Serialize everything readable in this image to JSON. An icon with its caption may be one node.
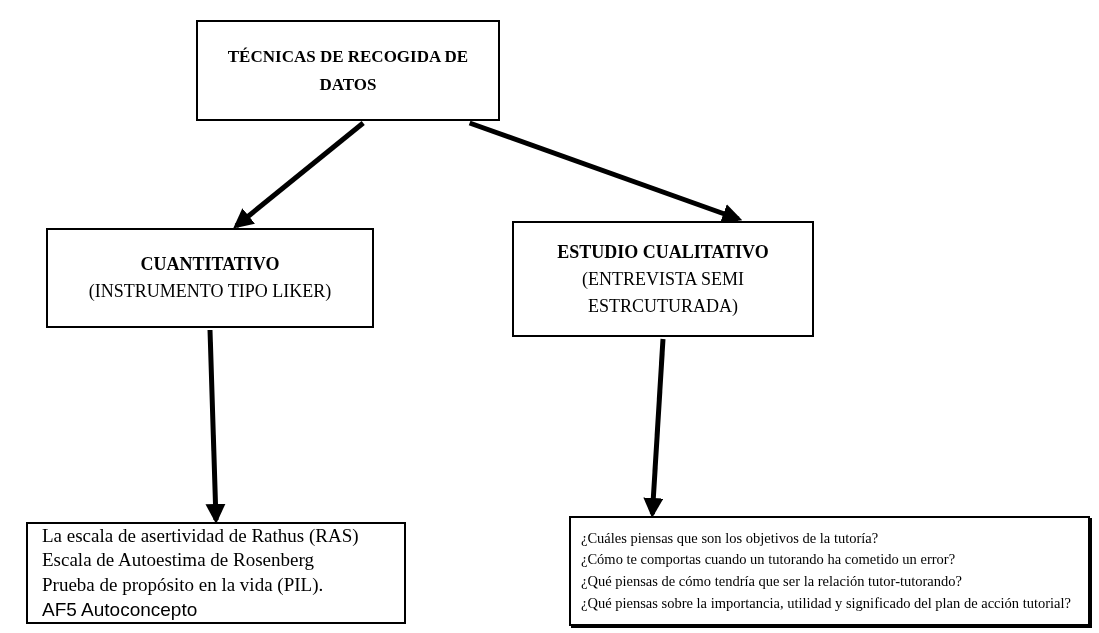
{
  "diagram": {
    "nodes": [
      {
        "text": [
          "TÉCNICAS DE RECOGIDA DE DATOS"
        ]
      },
      {
        "text": [
          "CUANTITATIVO",
          "(INSTRUMENTO TIPO LIKER)"
        ]
      },
      {
        "text": [
          "ESTUDIO CUALITATIVO",
          "(ENTREVISTA SEMI ESTRCUTURADA)"
        ]
      },
      {
        "text": [
          "La escala de asertividad de Rathus (RAS)",
          "Escala de Autoestima de Rosenberg",
          "Prueba de propósito en la vida (PIL).",
          "AF5 Autoconcepto"
        ]
      },
      {
        "text": [
          "¿Cuáles piensas que son los objetivos de la tutoría?",
          "¿Cómo te comportas cuando un tutorando ha cometido un error?",
          "¿Qué piensas de cómo tendría que ser la relación tutor-tutorando?",
          "¿Qué piensas sobre la importancia, utilidad y significado del plan de acción tutorial?"
        ]
      }
    ],
    "edges": [
      {
        "from": 0,
        "to": 1,
        "arrow": "to"
      },
      {
        "from": 0,
        "to": 2,
        "arrow": "to"
      },
      {
        "from": 1,
        "to": 3,
        "arrow": "to"
      },
      {
        "from": 2,
        "to": 4,
        "arrow": "to"
      }
    ]
  }
}
